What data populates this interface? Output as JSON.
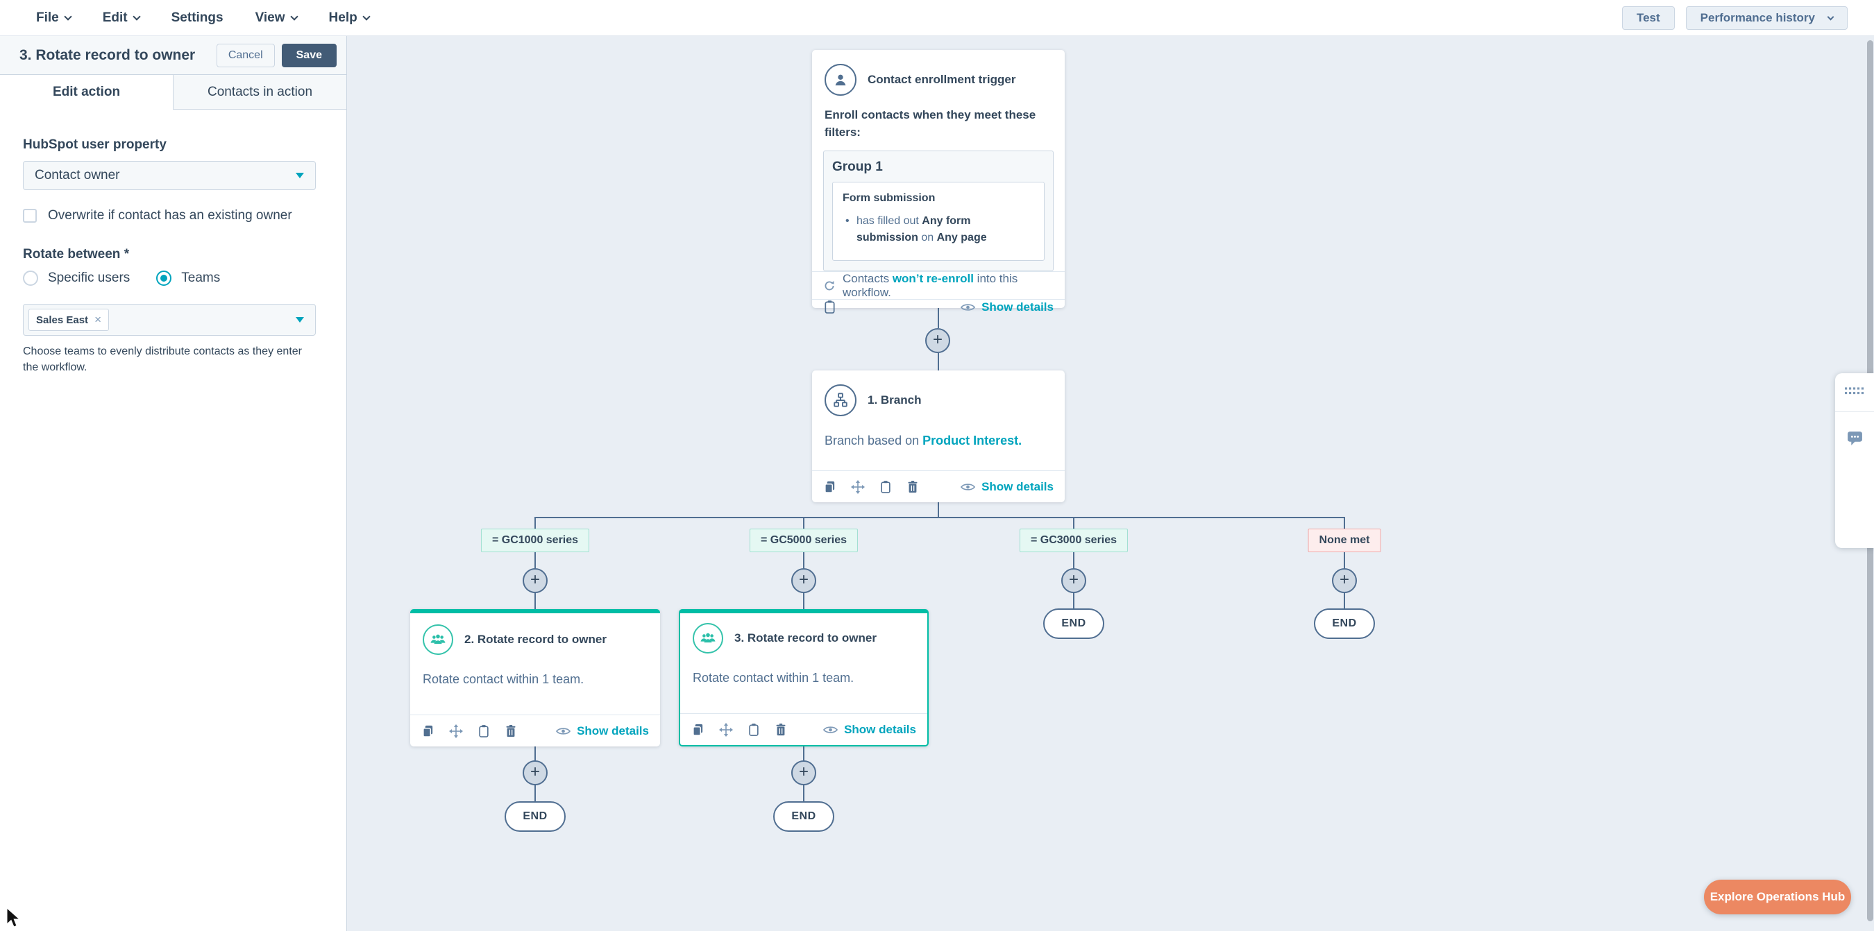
{
  "menu": {
    "items": [
      {
        "label": "File"
      },
      {
        "label": "Edit"
      },
      {
        "label": "Settings"
      },
      {
        "label": "View"
      },
      {
        "label": "Help"
      }
    ]
  },
  "toolbar": {
    "test_label": "Test",
    "performance_label": "Performance history"
  },
  "panel": {
    "title": "3. Rotate record to owner",
    "cancel_label": "Cancel",
    "save_label": "Save",
    "tabs": {
      "edit": "Edit action",
      "contacts": "Contacts in action"
    },
    "property_label": "HubSpot user property",
    "property_value": "Contact owner",
    "overwrite_label": "Overwrite if contact has an existing owner",
    "rotate_label": "Rotate between *",
    "radio_specific": "Specific users",
    "radio_teams": "Teams",
    "team_tag": "Sales East",
    "tag_remove": "×",
    "helper_text": "Choose teams to evenly distribute contacts as they enter the workflow."
  },
  "canvas": {
    "plus": "+",
    "end_label": "END",
    "show_details": "Show details",
    "trigger": {
      "title": "Contact enrollment trigger",
      "subtitle": "Enroll contacts when they meet these filters:",
      "group_title": "Group 1",
      "filter_title": "Form submission",
      "filter_prefix": "has filled out ",
      "filter_bold1": "Any form submission",
      "filter_mid": " on ",
      "filter_bold2": "Any page",
      "reenroll_prefix": "Contacts ",
      "reenroll_link": "won’t re-enroll",
      "reenroll_suffix": " into this workflow."
    },
    "branch": {
      "title": "1. Branch",
      "body_prefix": "Branch based on ",
      "body_link": "Product Interest."
    },
    "branch_labels": [
      {
        "label": "= GC1000 series",
        "type": "match"
      },
      {
        "label": "= GC5000 series",
        "type": "match"
      },
      {
        "label": "= GC3000 series",
        "type": "match"
      },
      {
        "label": "None met",
        "type": "none"
      }
    ],
    "action2": {
      "title": "2. Rotate record to owner",
      "body": "Rotate contact within 1 team."
    },
    "action3": {
      "title": "3. Rotate record to owner",
      "body": "Rotate contact within 1 team."
    }
  },
  "explore": {
    "label": "Explore Operations Hub"
  },
  "colors": {
    "accent_teal": "#00a4bd",
    "accent_green": "#00bda5",
    "navy": "#33475b",
    "slate": "#516f90",
    "orange": "#ec8862",
    "canvas_bg": "#e9eef4",
    "border_gray": "#cbd6e2"
  }
}
